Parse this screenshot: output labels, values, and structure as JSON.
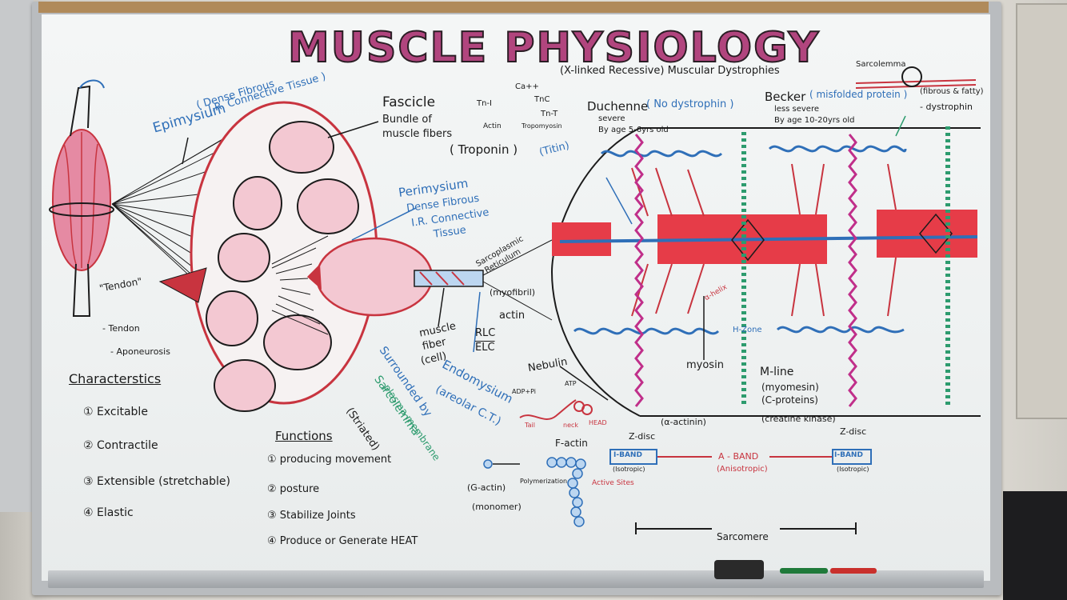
{
  "title": "MUSCLE PHYSIOLOGY",
  "left": {
    "epimysium": "Epimysium",
    "epimysium_desc_1": "( Dense Fibrous",
    "epimysium_desc_2": "I.R. Connective Tissue )",
    "fascicle": "Fascicle",
    "fascicle_desc_1": "Bundle of",
    "fascicle_desc_2": "muscle fibers",
    "perimysium": "Perimysium",
    "perimysium_desc_1": "Dense Fibrous",
    "perimysium_desc_2": "I.R. Connective",
    "perimysium_desc_3": "Tissue",
    "tendon_quote": "\"Tendon\"",
    "legend_tendon": "- Tendon",
    "legend_aponeurosis": "- Aponeurosis",
    "characteristics_heading": "Characterstics",
    "characteristics": [
      "① Excitable",
      "② Contractile",
      "③ Extensible (stretchable)",
      "④ Elastic"
    ]
  },
  "middle": {
    "troponin_labels": [
      "Tn-I",
      "Ca++",
      "TnC",
      "Tn-T",
      "Actin",
      "Tropomyosin"
    ],
    "troponin": "( Troponin )",
    "sarcoplasmic": "Sarcoplasmic",
    "reticulum": "Reticulum",
    "myofibril": "(myofibril)",
    "muscle_fiber_1": "muscle",
    "muscle_fiber_2": "fiber",
    "muscle_fiber_3": "(cell)",
    "actin": "actin",
    "rlc": "RLC",
    "elc": "ELC",
    "endomysium": "Endomysium",
    "areolar": "(areolar C.T.)",
    "surrounded_by": "Surrounded by",
    "sarcolemma": "Sarcolemma",
    "plasma_membrane": "plasma membrane",
    "striated": "(Striated)",
    "functions_heading": "Functions",
    "functions": [
      "① producing movement",
      "② posture",
      "③ Stabilize Joints",
      "④ Produce or Generate HEAT"
    ]
  },
  "right": {
    "dystrophies": "(X-linked Recessive) Muscular Dystrophies",
    "duchenne": "Duchenne",
    "duchenne_paren": "( No dystrophin )",
    "duchenne_severe": "severe",
    "duchenne_age": "By age 5-6yrs old",
    "becker": "Becker",
    "becker_paren": "( misfolded protein )",
    "becker_severe": "less severe",
    "becker_age": "By age 10-20yrs old",
    "sarcolemma": "Sarcolemma",
    "fibrous_fatty": "(fibrous & fatty)",
    "dystrophin": "- dystrophin",
    "titin": "(Titin)",
    "nebulin": "Nebulin",
    "myosin": "myosin",
    "alpha_helix": "α-helix",
    "h_zone": "H-Zone",
    "m_line": "M-line",
    "myomesin": "(myomesin)",
    "c_proteins": "(C-proteins)",
    "creatine_kinase": "(creatine kinase)",
    "z_disc_left": "Z-disc",
    "z_disc_right": "Z-disc",
    "alpha_actinin": "(α-actinin)",
    "i_band": "I-BAND",
    "isotropic": "(Isotropic)",
    "a_band": "A - BAND",
    "anisotropic": "(Anisotropic)",
    "sarcomere": "Sarcomere",
    "f_actin": "F-actin",
    "g_actin": "(G-actin)",
    "monomer": "(monomer)",
    "polymerization": "Polymerization",
    "active_sites": "Active Sites",
    "adp_pi": "ADP+Pi",
    "atp": "ATP",
    "tail": "Tail",
    "neck": "neck",
    "head": "HEAD"
  },
  "colors": {
    "marker_black": "#1b1b1b",
    "marker_blue": "#2f6fb8",
    "marker_red": "#c8343f",
    "marker_green": "#2d9b6e",
    "title_purple": "#b1457e",
    "muscle_pink": "#e07a96"
  }
}
